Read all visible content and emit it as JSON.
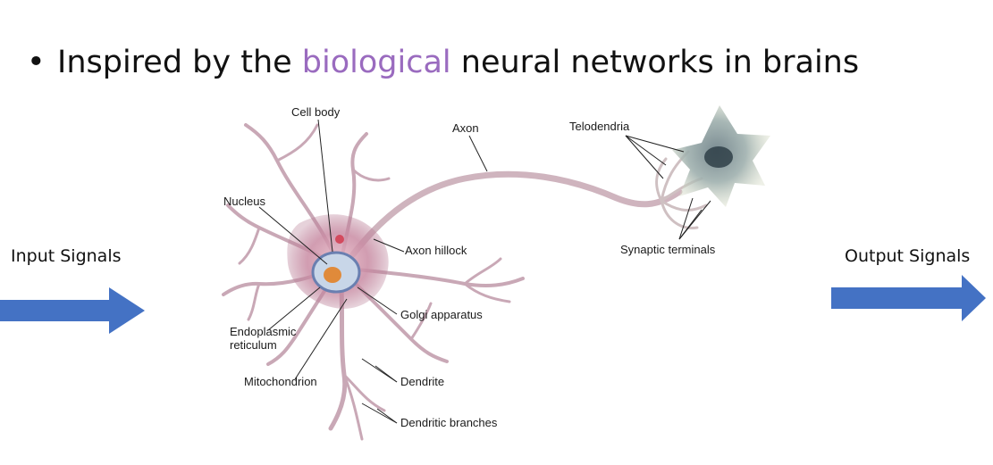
{
  "slide": {
    "bullet": "•",
    "title_before": "Inspired by the ",
    "title_highlight": "biological",
    "title_after": " neural networks in brains",
    "highlight_color": "#9a6bbf",
    "arrow_color": "#4472c4"
  },
  "signals": {
    "input": "Input Signals",
    "output": "Output Signals"
  },
  "labels": {
    "cell_body": "Cell body",
    "nucleus": "Nucleus",
    "axon": "Axon",
    "axon_hillock": "Axon hillock",
    "telodendria": "Telodendria",
    "synaptic_terminals": "Synaptic terminals",
    "golgi_apparatus": "Golgi apparatus",
    "endoplasmic_line1": "Endoplasmic",
    "endoplasmic_line2": "reticulum",
    "mitochondrion": "Mitochondrion",
    "dendrite": "Dendrite",
    "dendritic_branches": "Dendritic branches"
  }
}
